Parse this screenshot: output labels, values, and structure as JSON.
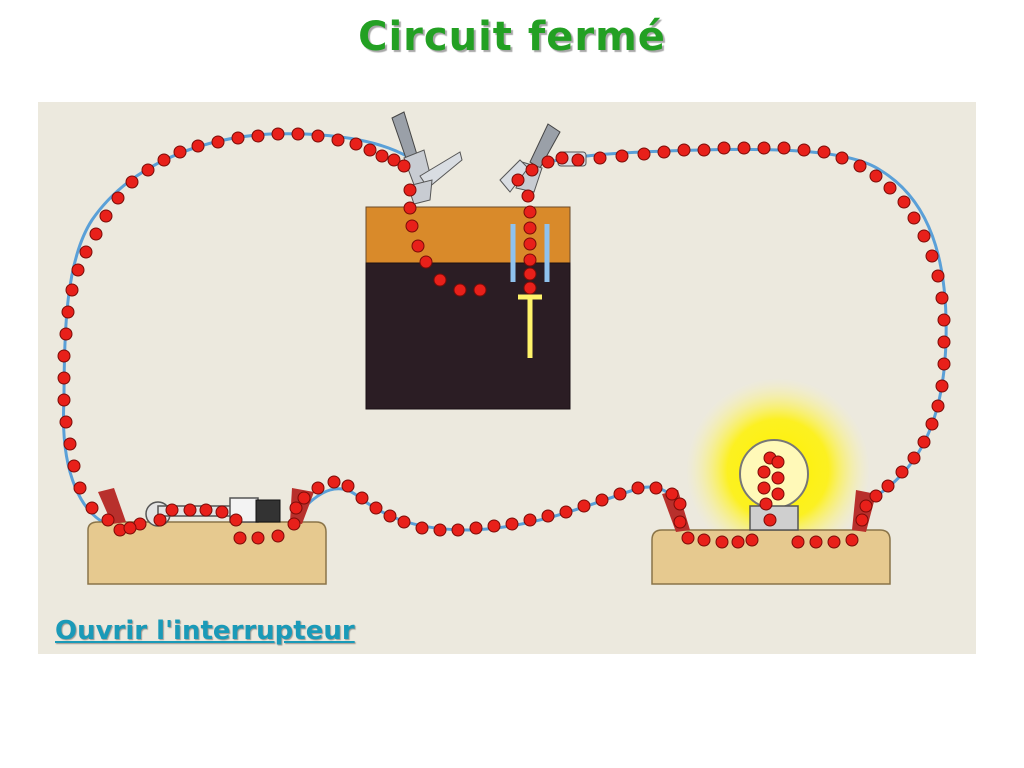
{
  "title": "Circuit fermé",
  "link": {
    "label": "Ouvrir l'interrupteur"
  },
  "colors": {
    "title": "#23a023",
    "link": "#1a9ab8",
    "panel_background": "#ece9de",
    "electron": "#e8201a",
    "wire": "#5aa0d8",
    "battery_top": "#d98a2a",
    "battery_body": "#2b1d24",
    "socket_base": "#e6c98f",
    "terminal_clip": "#b8302c",
    "lamp_glow": "#fff200"
  },
  "icons": {
    "battery": "battery-icon",
    "lamp": "light-bulb-icon",
    "switch": "switch-icon",
    "electron": "electron-dot-icon"
  },
  "switch_state": "closed",
  "lamp_state": "on"
}
